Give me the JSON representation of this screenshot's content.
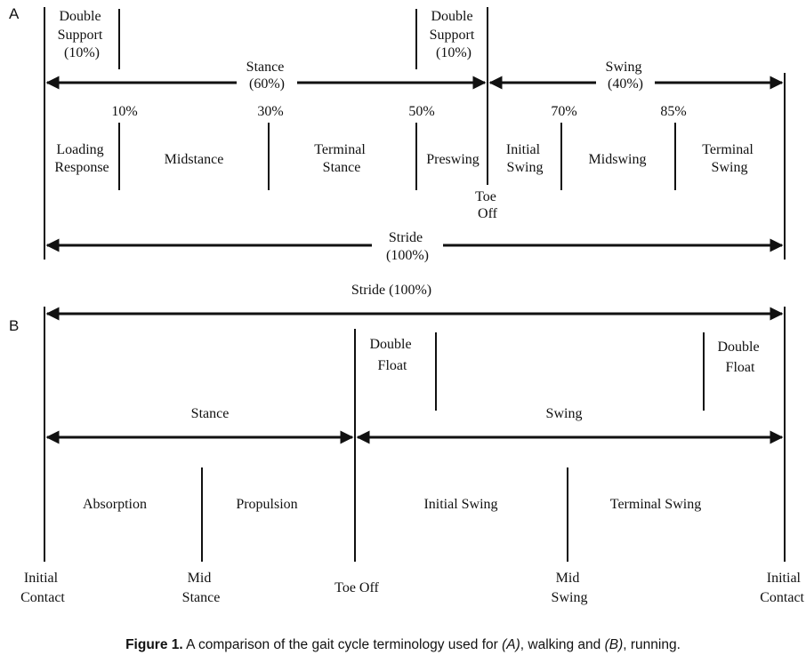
{
  "panel_a": {
    "label": "A",
    "double_support_left": [
      "Double",
      "Support",
      "(10%)"
    ],
    "double_support_right": [
      "Double",
      "Support",
      "(10%)"
    ],
    "stance": [
      "Stance",
      "(60%)"
    ],
    "swing": [
      "Swing",
      "(40%)"
    ],
    "pct_10": "10%",
    "pct_30": "30%",
    "pct_50": "50%",
    "pct_70": "70%",
    "pct_85": "85%",
    "loading_response": [
      "Loading",
      "Response"
    ],
    "midstance": "Midstance",
    "terminal_stance": [
      "Terminal",
      "Stance"
    ],
    "preswing": "Preswing",
    "initial_swing": [
      "Initial",
      "Swing"
    ],
    "midswing": "Midswing",
    "terminal_swing": [
      "Terminal",
      "Swing"
    ],
    "toe_off": [
      "Toe",
      "Off"
    ],
    "stride": [
      "Stride",
      "(100%)"
    ]
  },
  "panel_b": {
    "label": "B",
    "stride": "Stride (100%)",
    "double_float_left": [
      "Double",
      "Float"
    ],
    "double_float_right": [
      "Double",
      "Float"
    ],
    "stance": "Stance",
    "swing": "Swing",
    "absorption": "Absorption",
    "propulsion": "Propulsion",
    "initial_swing": "Initial Swing",
    "terminal_swing": "Terminal Swing",
    "initial_contact_left": [
      "Initial",
      "Contact"
    ],
    "mid_stance": [
      "Mid",
      "Stance"
    ],
    "toe_off": "Toe Off",
    "mid_swing": [
      "Mid",
      "Swing"
    ],
    "initial_contact_right": [
      "Initial",
      "Contact"
    ]
  },
  "caption": {
    "figure_label": "Figure 1.",
    "text_1": " A comparison of the gait cycle terminology used for ",
    "a_ref": "(A)",
    "text_2": ", walking and ",
    "b_ref": "(B)",
    "text_3": ", running."
  }
}
